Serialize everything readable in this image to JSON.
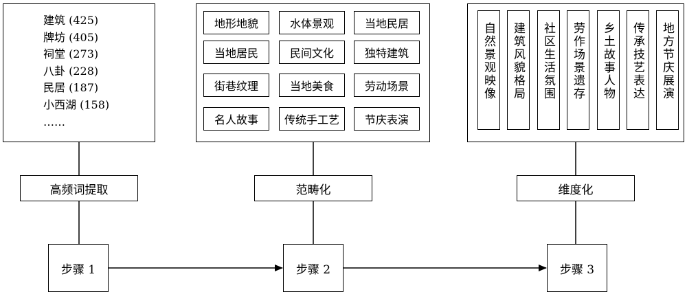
{
  "panel1": {
    "items": [
      "建筑 (425)",
      "牌坊 (405)",
      "祠堂 (273)",
      "八卦 (228)",
      "民居 (187)",
      "小西湖 (158)",
      "……"
    ]
  },
  "panel2": {
    "items": [
      "地形地貌",
      "水体景观",
      "当地民居",
      "当地居民",
      "民间文化",
      "独特建筑",
      "街巷纹理",
      "当地美食",
      "劳动场景",
      "名人故事",
      "传统手工艺",
      "节庆表演"
    ]
  },
  "panel3": {
    "items": [
      "自然景观映像",
      "建筑风貌格局",
      "社区生活氛围",
      "劳作场景遗存",
      "乡土故事人物",
      "传承技艺表达",
      "地方节庆展演"
    ]
  },
  "processes": [
    "高频词提取",
    "范畴化",
    "维度化"
  ],
  "steps": [
    "步骤 1",
    "步骤 2",
    "步骤 3"
  ]
}
